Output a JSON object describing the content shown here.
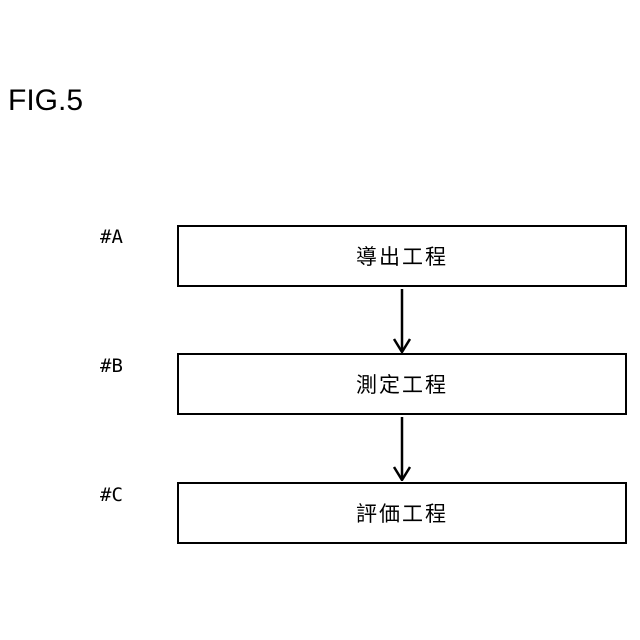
{
  "figure": {
    "title": "FIG.5"
  },
  "steps": [
    {
      "tag": "#A",
      "label": "導出工程"
    },
    {
      "tag": "#B",
      "label": "測定工程"
    },
    {
      "tag": "#C",
      "label": "評価工程"
    }
  ]
}
